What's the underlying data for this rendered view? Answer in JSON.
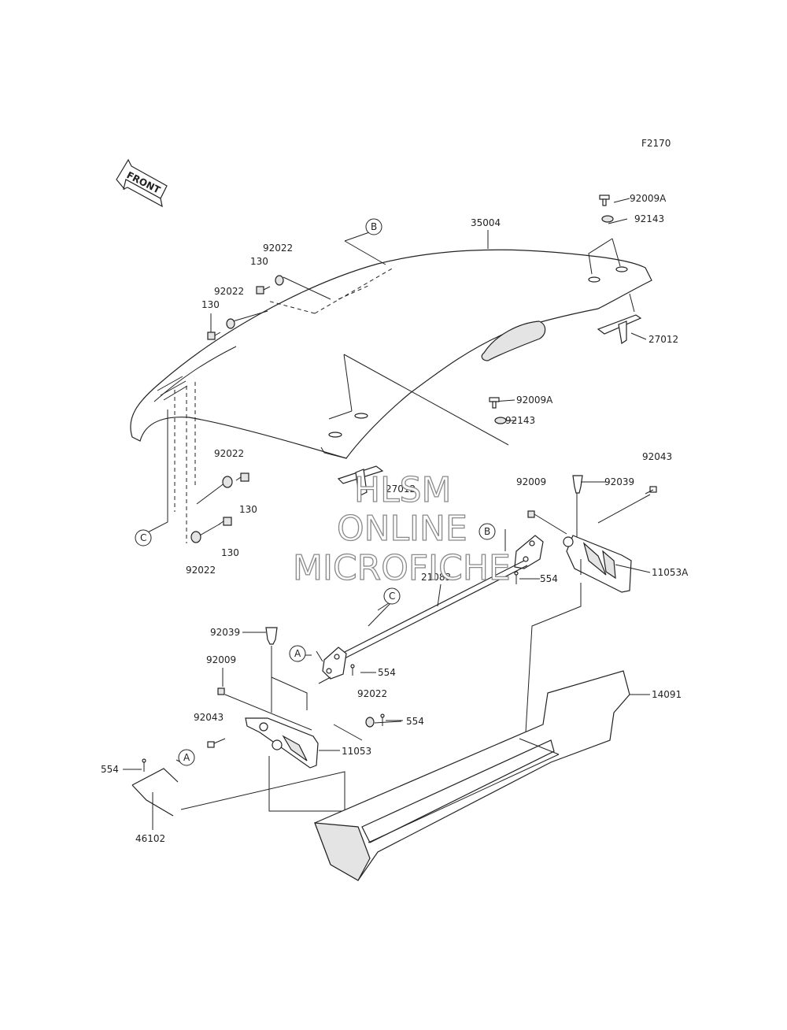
{
  "figure_code": "F2170",
  "front_label": "FRONT",
  "watermark": {
    "line1": "HLSM",
    "line2": "ONLINE",
    "line3": "MICROFICHE"
  },
  "callouts": {
    "a": "A",
    "b": "B",
    "c": "C"
  },
  "labels": {
    "p35004": "35004",
    "p92009A_top": "92009A",
    "p92143_top": "92143",
    "p27012_right": "27012",
    "p92009A_mid": "92009A",
    "p92143_mid": "92143",
    "p92022_a": "92022",
    "p130_a": "130",
    "p92022_b": "92022",
    "p130_b": "130",
    "p27012_center": "27012",
    "p92022_c": "92022",
    "p130_c": "130",
    "p130_d": "130",
    "p92022_d": "92022",
    "p92043_right": "92043",
    "p92009_right": "92009",
    "p92039_right": "92039",
    "p11053A": "11053A",
    "p554_right": "554",
    "p21083": "21083",
    "p92039_left": "92039",
    "p554_mid": "554",
    "p92009_left": "92009",
    "p92022_low": "92022",
    "p554_low": "554",
    "p92043_left": "92043",
    "p11053": "11053",
    "p554_left": "554",
    "p46102": "46102",
    "p14091": "14091"
  }
}
